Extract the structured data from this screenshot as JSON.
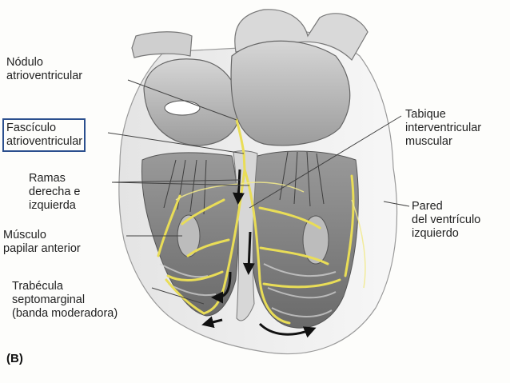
{
  "labels": {
    "nodulo": [
      "Nódulo",
      "atrioventricular"
    ],
    "fasciculo": [
      "Fascículo",
      "atrioventricular"
    ],
    "ramas": [
      "Ramas",
      "derecha e",
      "izquierda"
    ],
    "musculo": [
      "Músculo",
      "papilar anterior"
    ],
    "trabecula": [
      "Trabécula",
      "septomarginal",
      "(banda moderadora)"
    ],
    "tabique": [
      "Tabique",
      "interventricular",
      "muscular"
    ],
    "pared": [
      "Pared",
      "del ventrículo",
      "izquierdo"
    ]
  },
  "panel_label": "(B)",
  "colors": {
    "conduction": "#e9dd57",
    "tissue_dark": "#4e4e4e",
    "tissue_light": "#c9c9c9",
    "wall": "#eeeeee",
    "highlight_box": "#2b4f8e"
  }
}
